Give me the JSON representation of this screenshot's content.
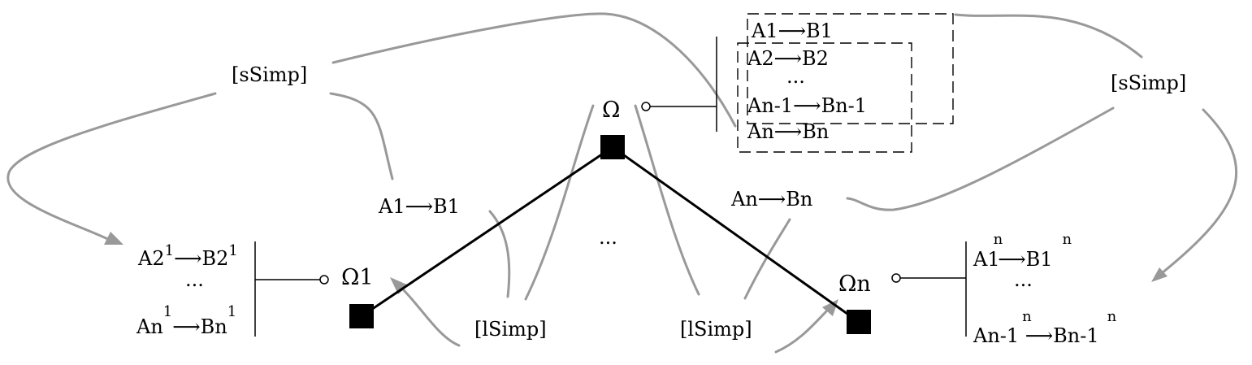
{
  "root": {
    "label": "Ω",
    "rules": [
      "A1⟶B1",
      "A2⟶B2",
      "...",
      "An-1⟶Bn-1",
      "An⟶Bn"
    ]
  },
  "left": {
    "label": "Ω1",
    "edge_label": "A1⟶B1",
    "rules": [
      {
        "lhs": "A2",
        "lhs_sup": "1",
        "rhs": "B2",
        "rhs_sup": "1"
      },
      {
        "text": "..."
      },
      {
        "lhs": "An",
        "lhs_sup": "1",
        "rhs": "Bn",
        "rhs_sup": "1"
      }
    ]
  },
  "middle": {
    "ellipsis": "..."
  },
  "right": {
    "label": "Ωn",
    "edge_label": "An⟶Bn",
    "rules": [
      {
        "lhs": "A1",
        "lhs_sup": "n",
        "rhs": "B1",
        "rhs_sup": "n"
      },
      {
        "text": "..."
      },
      {
        "lhs": "An-1",
        "lhs_sup": "n",
        "rhs": "Bn-1",
        "rhs_sup": "n"
      }
    ]
  },
  "tags": {
    "ssimp_left": "[sSimp]",
    "ssimp_right": "[sSimp]",
    "lsimp_left": "[lSimp]",
    "lsimp_right": "[lSimp]"
  }
}
